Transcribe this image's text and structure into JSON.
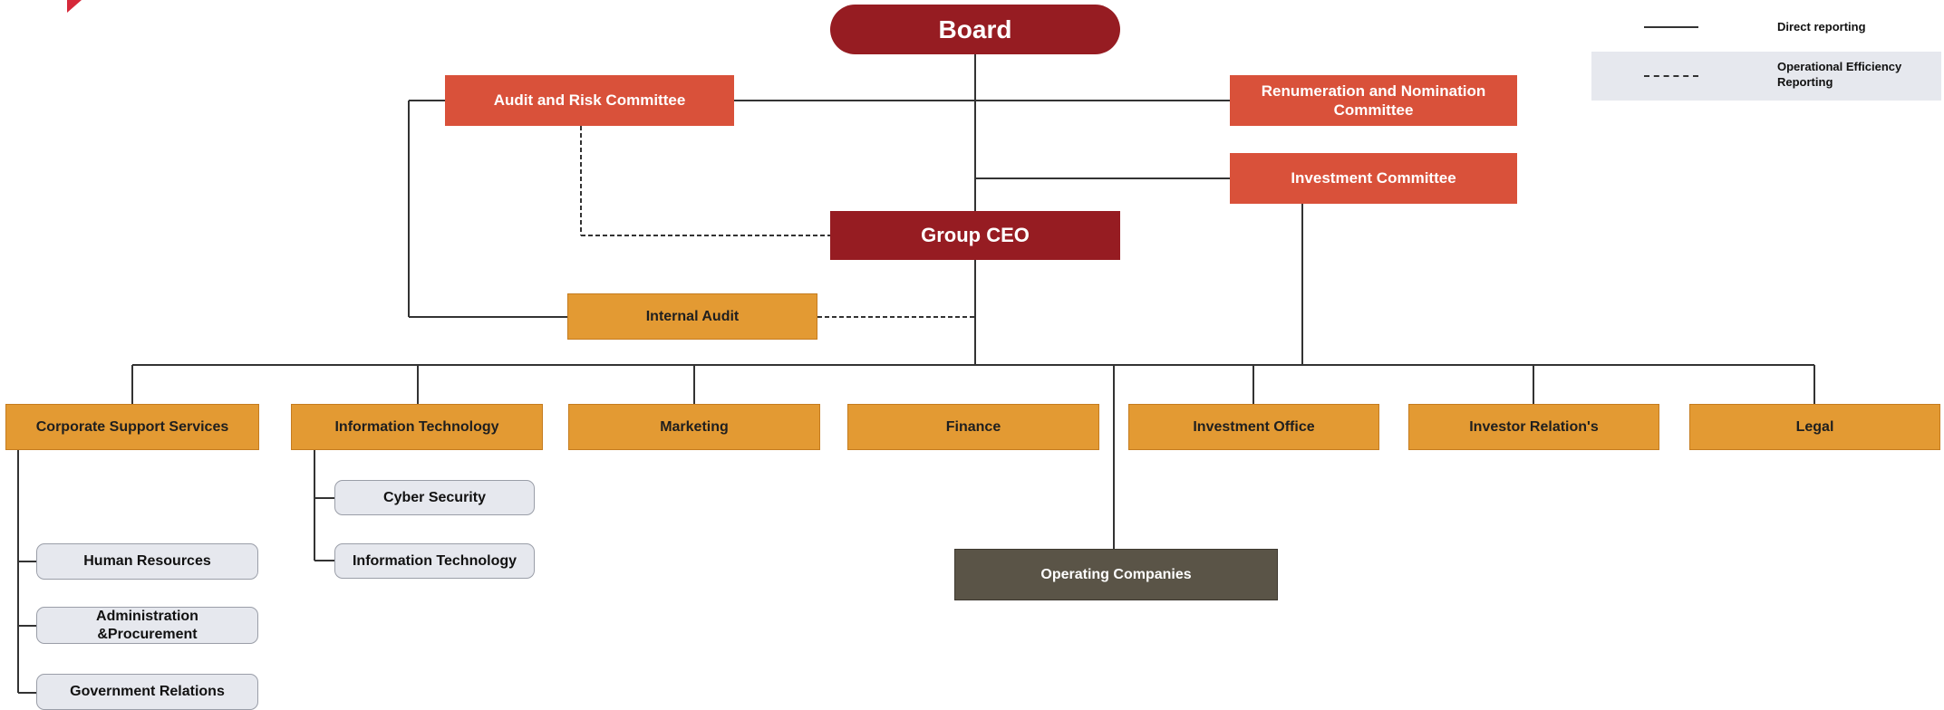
{
  "chart": {
    "board": "Board",
    "group_ceo": "Group CEO",
    "committees": {
      "audit_risk": "Audit and Risk Committee",
      "renumeration": "Renumeration and Nomination Committee",
      "investment": "Investment Committee"
    },
    "internal_audit": "Internal Audit",
    "departments": {
      "corporate_support": "Corporate Support Services",
      "information_technology": "Information Technology",
      "marketing": "Marketing",
      "finance": "Finance",
      "investment_office": "Investment Office",
      "investor_relations": "Investor Relation's",
      "legal": "Legal"
    },
    "corporate_support_units": {
      "human_resources": "Human Resources",
      "administration": "Administration &Procurement",
      "government_relations": "Government Relations"
    },
    "it_units": {
      "cyber_security": "Cyber Security",
      "information_technology": "Information Technology"
    },
    "operating_companies": "Operating Companies"
  },
  "legend": {
    "direct": "Direct reporting",
    "operational": "Operational Efficiency Reporting"
  },
  "colors": {
    "board_ceo": "#961c22",
    "committee": "#d9513a",
    "department": "#e39a33",
    "sub_unit": "#e6e8ee",
    "operating_companies": "#5a5447",
    "line": "#333333"
  }
}
